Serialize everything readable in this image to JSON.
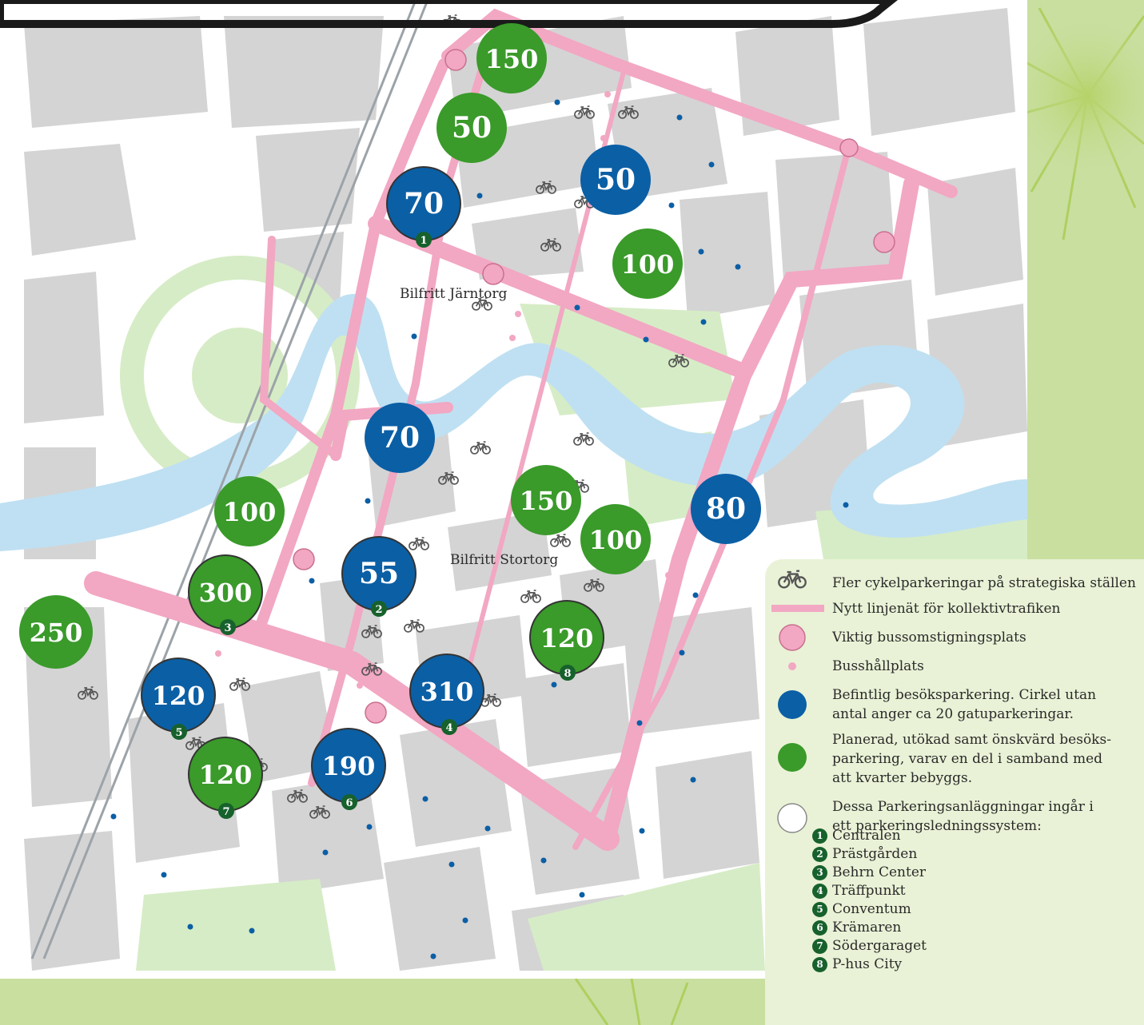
{
  "map": {
    "place_labels": [
      {
        "id": "jarntorg",
        "text": "Bilfritt Järntorg"
      },
      {
        "id": "stortorg",
        "text": "Bilfritt Stortorg"
      }
    ],
    "markers": [
      {
        "value": "150",
        "color": "green"
      },
      {
        "value": "50",
        "color": "green"
      },
      {
        "value": "70",
        "color": "blue",
        "facility": "1"
      },
      {
        "value": "50",
        "color": "blue"
      },
      {
        "value": "100",
        "color": "green"
      },
      {
        "value": "70",
        "color": "blue"
      },
      {
        "value": "150",
        "color": "green"
      },
      {
        "value": "100",
        "color": "green"
      },
      {
        "value": "80",
        "color": "blue"
      },
      {
        "value": "100",
        "color": "green"
      },
      {
        "value": "55",
        "color": "blue",
        "facility": "2"
      },
      {
        "value": "300",
        "color": "green",
        "facility": "3"
      },
      {
        "value": "250",
        "color": "green"
      },
      {
        "value": "120",
        "color": "green",
        "facility": "8"
      },
      {
        "value": "310",
        "color": "blue",
        "facility": "4"
      },
      {
        "value": "120",
        "color": "blue",
        "facility": "5"
      },
      {
        "value": "190",
        "color": "blue",
        "facility": "6"
      },
      {
        "value": "120",
        "color": "green",
        "facility": "7"
      }
    ],
    "colors": {
      "blue": "#0b5fa5",
      "green": "#3a9a2a",
      "facility_badge": "#17612c",
      "transit_line": "#f2a7c3",
      "water": "#bfe0f2",
      "park": "#d6ecc6",
      "block": "#d4d4d4",
      "road": "#ffffff"
    }
  },
  "legend": {
    "bike": "Fler cykelparkeringar på strategiska ställen",
    "line": "Nytt linjenät för kollektivtrafiken",
    "interchange": "Viktig bussomstigningsplats",
    "stop": "Busshållplats",
    "existing_1": "Befintlig besöksparkering. Cirkel utan",
    "existing_2": "antal anger ca 20 gatuparkeringar.",
    "planned_1": "Planerad, utökad samt önskvärd besöks-",
    "planned_2": "parkering, varav en del i samband med",
    "planned_3": "att kvarter bebyggs.",
    "system_1": "Dessa Parkeringsanläggningar ingår i",
    "system_2": "ett parkeringsledningssystem:",
    "facilities": [
      {
        "num": "1",
        "name": "Centralen"
      },
      {
        "num": "2",
        "name": "Prästgården"
      },
      {
        "num": "3",
        "name": "Behrn Center"
      },
      {
        "num": "4",
        "name": "Träffpunkt"
      },
      {
        "num": "5",
        "name": "Conventum"
      },
      {
        "num": "6",
        "name": "Krämaren"
      },
      {
        "num": "7",
        "name": "Södergaraget"
      },
      {
        "num": "8",
        "name": "P-hus City"
      }
    ]
  }
}
